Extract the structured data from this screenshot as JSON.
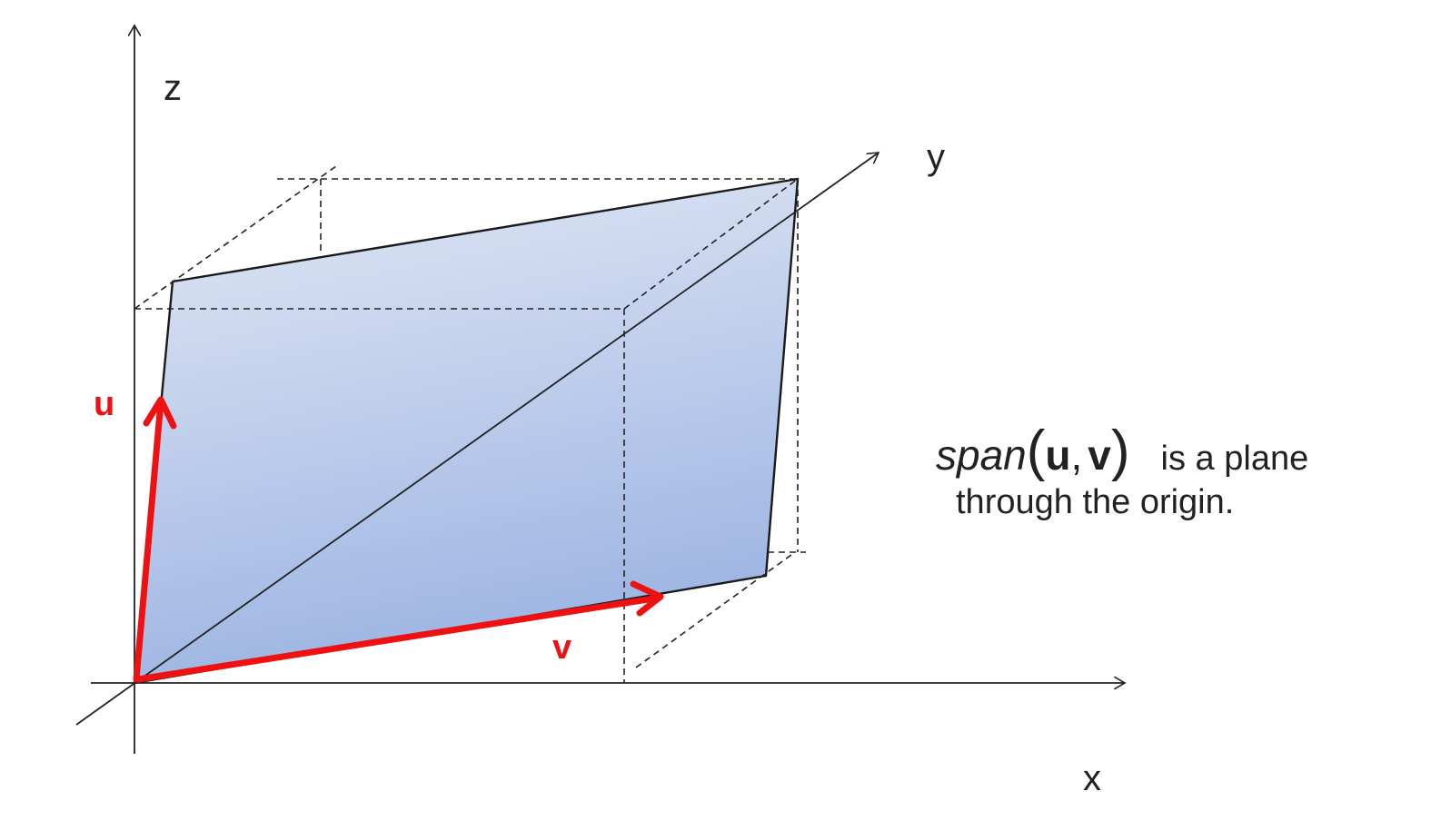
{
  "axes": {
    "x_label": "x",
    "y_label": "y",
    "z_label": "z"
  },
  "vectors": {
    "u_label": "u",
    "v_label": "v",
    "color": "#ee1111"
  },
  "plane": {
    "fill_top": "#dfe6f3",
    "fill_bottom": "#9fb7e4"
  },
  "caption": {
    "function": "span",
    "open_paren": "(",
    "arg1": "u",
    "comma": ",",
    "arg2": "v",
    "close_paren": ")",
    "line1_tail": "is a plane",
    "line2": "through the origin."
  }
}
